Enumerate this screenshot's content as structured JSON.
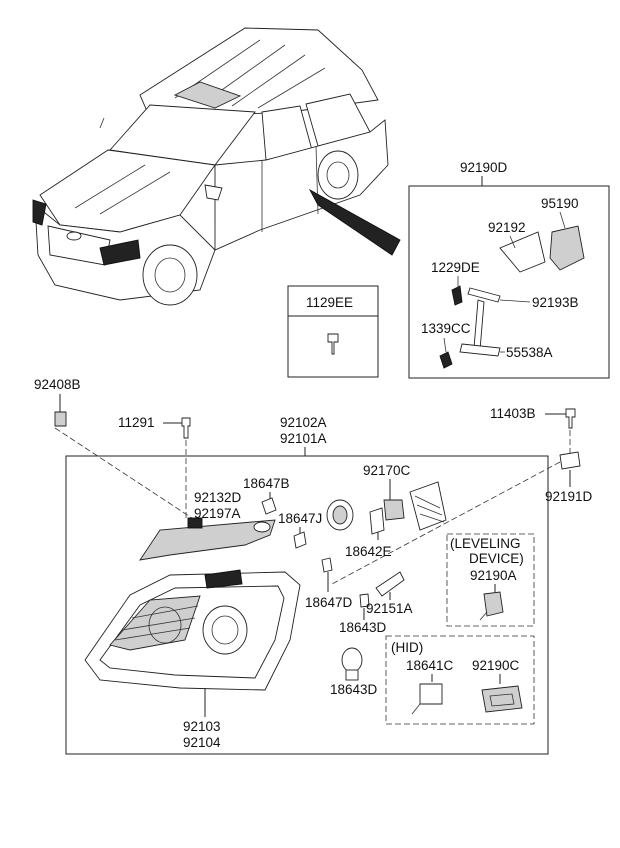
{
  "labels": {
    "l92190D": "92190D",
    "l95190": "95190",
    "l92192": "92192",
    "l1229DE": "1229DE",
    "l92193B": "92193B",
    "l1339CC": "1339CC",
    "l55538A": "55538A",
    "l1129EE": "1129EE",
    "l92408B": "92408B",
    "l11291": "11291",
    "l92102A": "92102A",
    "l92101A": "92101A",
    "l11403B": "11403B",
    "l92191D": "92191D",
    "l18647B": "18647B",
    "l92170C": "92170C",
    "l92132D": "92132D",
    "l92197A": "92197A",
    "l18647J": "18647J",
    "l18642E": "18642E",
    "leveling1": "(LEVELING",
    "leveling2": "DEVICE)",
    "l92190A": "92190A",
    "l18647D": "18647D",
    "l92151A": "92151A",
    "l18643D_a": "18643D",
    "hid": "(HID)",
    "l18641C": "18641C",
    "l92190C": "92190C",
    "l18643D_b": "18643D",
    "l92103": "92103",
    "l92104": "92104"
  },
  "colors": {
    "line": "#222222",
    "fill_grey": "#cfcfcf",
    "fill_dark": "#222222"
  }
}
